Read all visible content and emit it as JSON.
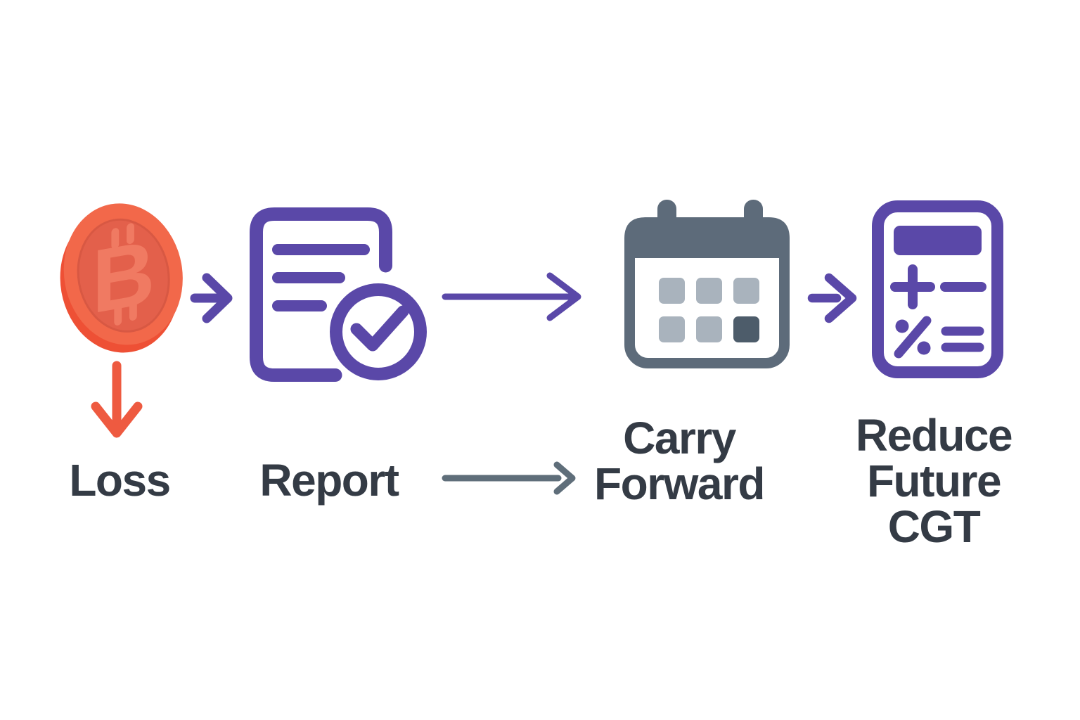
{
  "diagram": {
    "type": "horizontal-flow",
    "background": "#ffffff",
    "steps": [
      {
        "id": "loss",
        "icon": "bitcoin-coin-icon",
        "label": "Loss",
        "icon_letter": "B"
      },
      {
        "id": "report",
        "icon": "document-check-icon",
        "label": "Report"
      },
      {
        "id": "carry-forward",
        "icon": "calendar-icon",
        "label": "Carry Forward"
      },
      {
        "id": "reduce-future-cgt",
        "icon": "calculator-icon",
        "label": "Reduce Future CGT"
      }
    ],
    "connectors": [
      {
        "from": "loss",
        "to": "report",
        "style": "short-purple-arrow"
      },
      {
        "from": "report",
        "to": "carry-forward",
        "style": "long-purple-arrow"
      },
      {
        "from": "carry-forward",
        "to": "reduce-future-cgt",
        "style": "short-purple-arrow"
      },
      {
        "from": "loss-icon",
        "to": "loss-label",
        "style": "red-down-arrow"
      },
      {
        "from": "report-label",
        "to": "carry-forward-label",
        "style": "gray-arrow"
      }
    ],
    "colors": {
      "purple": "#5a48a8",
      "coin_rim": "#f2684a",
      "coin_edge": "#ee5035",
      "coin_face": "#e3604b",
      "coin_ring": "#d85843",
      "coin_symbol": "#f07a62",
      "red_arrow": "#ee5a40",
      "slate": "#5d6b7a",
      "slate_square_light": "#a9b3bd",
      "slate_square_dark": "#4d5c6a",
      "gray_arrow": "#5f6e7a",
      "label_text": "#343b45"
    }
  }
}
